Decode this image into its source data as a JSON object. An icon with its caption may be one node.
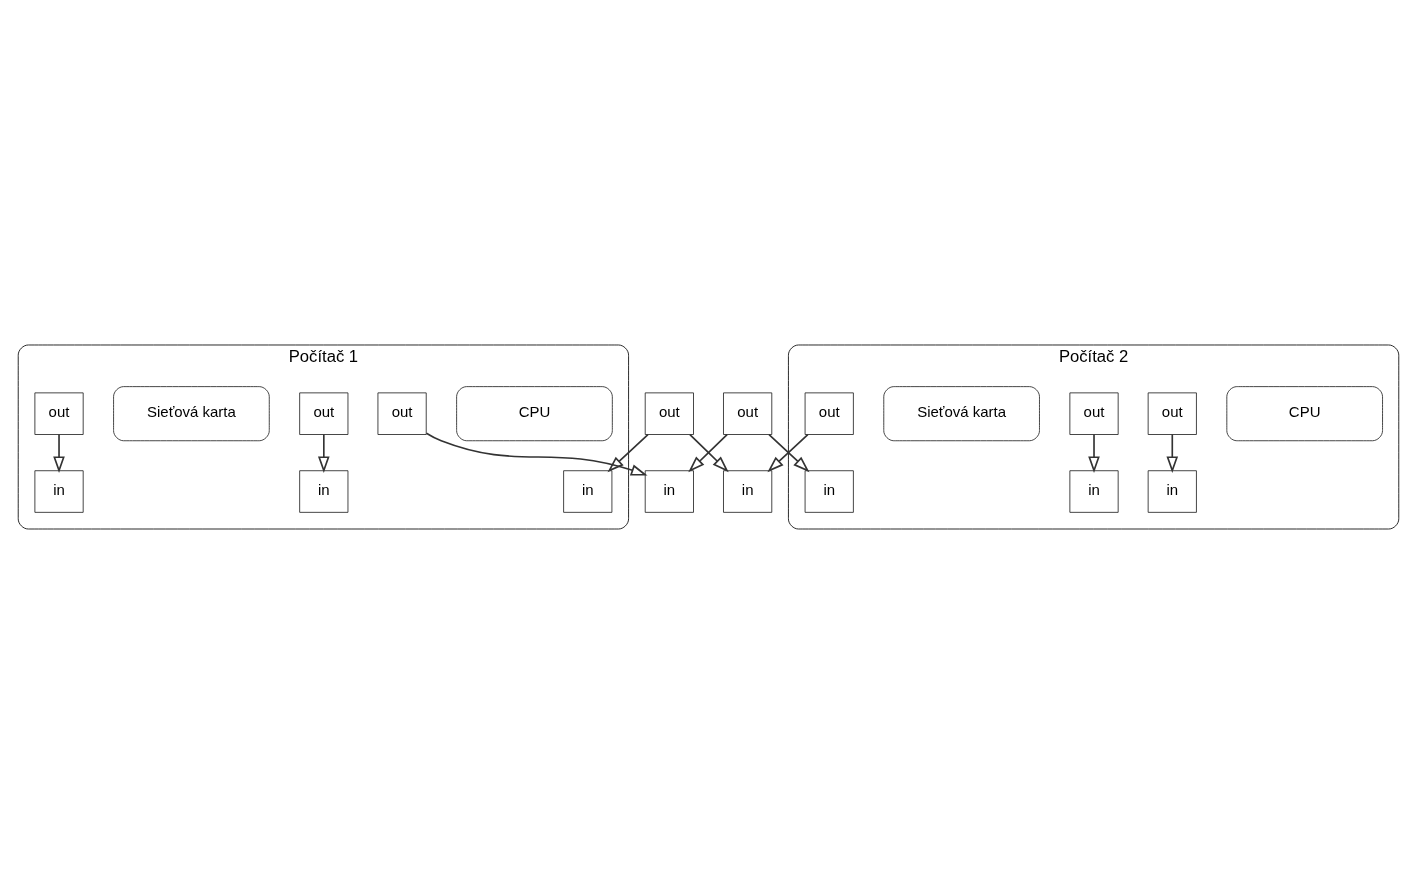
{
  "diagram": {
    "nodes": [
      {
        "text": [
          "Počítač 1"
        ]
      },
      {
        "text": [
          "CPU"
        ],
        "in": 0
      },
      {
        "text": [
          "in"
        ],
        "in": 0
      },
      {
        "text": [
          "out"
        ],
        "in": 0
      },
      {
        "text": [
          "out"
        ],
        "in": 0
      },
      {
        "text": [
          "in"
        ],
        "in": 0
      },
      {
        "text": [
          "Sieťová karta"
        ],
        "in": 0
      },
      {
        "text": [
          "in"
        ],
        "in": 0
      },
      {
        "text": [
          "out"
        ],
        "in": 0
      },
      {
        "text": [
          "Počítač 2"
        ]
      },
      {
        "text": [
          "CPU"
        ],
        "in": 9
      },
      {
        "text": [
          "in"
        ],
        "in": 9
      },
      {
        "text": [
          "out"
        ],
        "in": 9
      },
      {
        "text": [
          "out"
        ],
        "in": 9
      },
      {
        "text": [
          "in"
        ],
        "in": 9
      },
      {
        "text": [
          "Sieťová karta"
        ],
        "in": 9
      },
      {
        "text": [
          "in"
        ],
        "in": 9
      },
      {
        "text": [
          "out"
        ],
        "in": 9
      },
      {
        "text": [
          "out"
        ]
      },
      {
        "text": [
          "in"
        ]
      },
      {
        "text": [
          "out"
        ]
      },
      {
        "text": [
          "in"
        ]
      }
    ],
    "edges": [
      {
        "from": 4,
        "to": 2,
        "arrow": "to"
      },
      {
        "from": 3,
        "to": 5,
        "arrow": "to"
      },
      {
        "from": 18,
        "to": 7,
        "arrow": "to"
      },
      {
        "from": 8,
        "to": 19,
        "arrow": "to"
      },
      {
        "from": 20,
        "to": 19,
        "arrow": "to"
      },
      {
        "from": 18,
        "to": 21,
        "arrow": "to"
      },
      {
        "from": 13,
        "to": 11,
        "arrow": "to"
      },
      {
        "from": 12,
        "to": 14,
        "arrow": "to"
      },
      {
        "from": 20,
        "to": 16,
        "arrow": "to"
      },
      {
        "from": 17,
        "to": 21,
        "arrow": "to"
      }
    ]
  }
}
